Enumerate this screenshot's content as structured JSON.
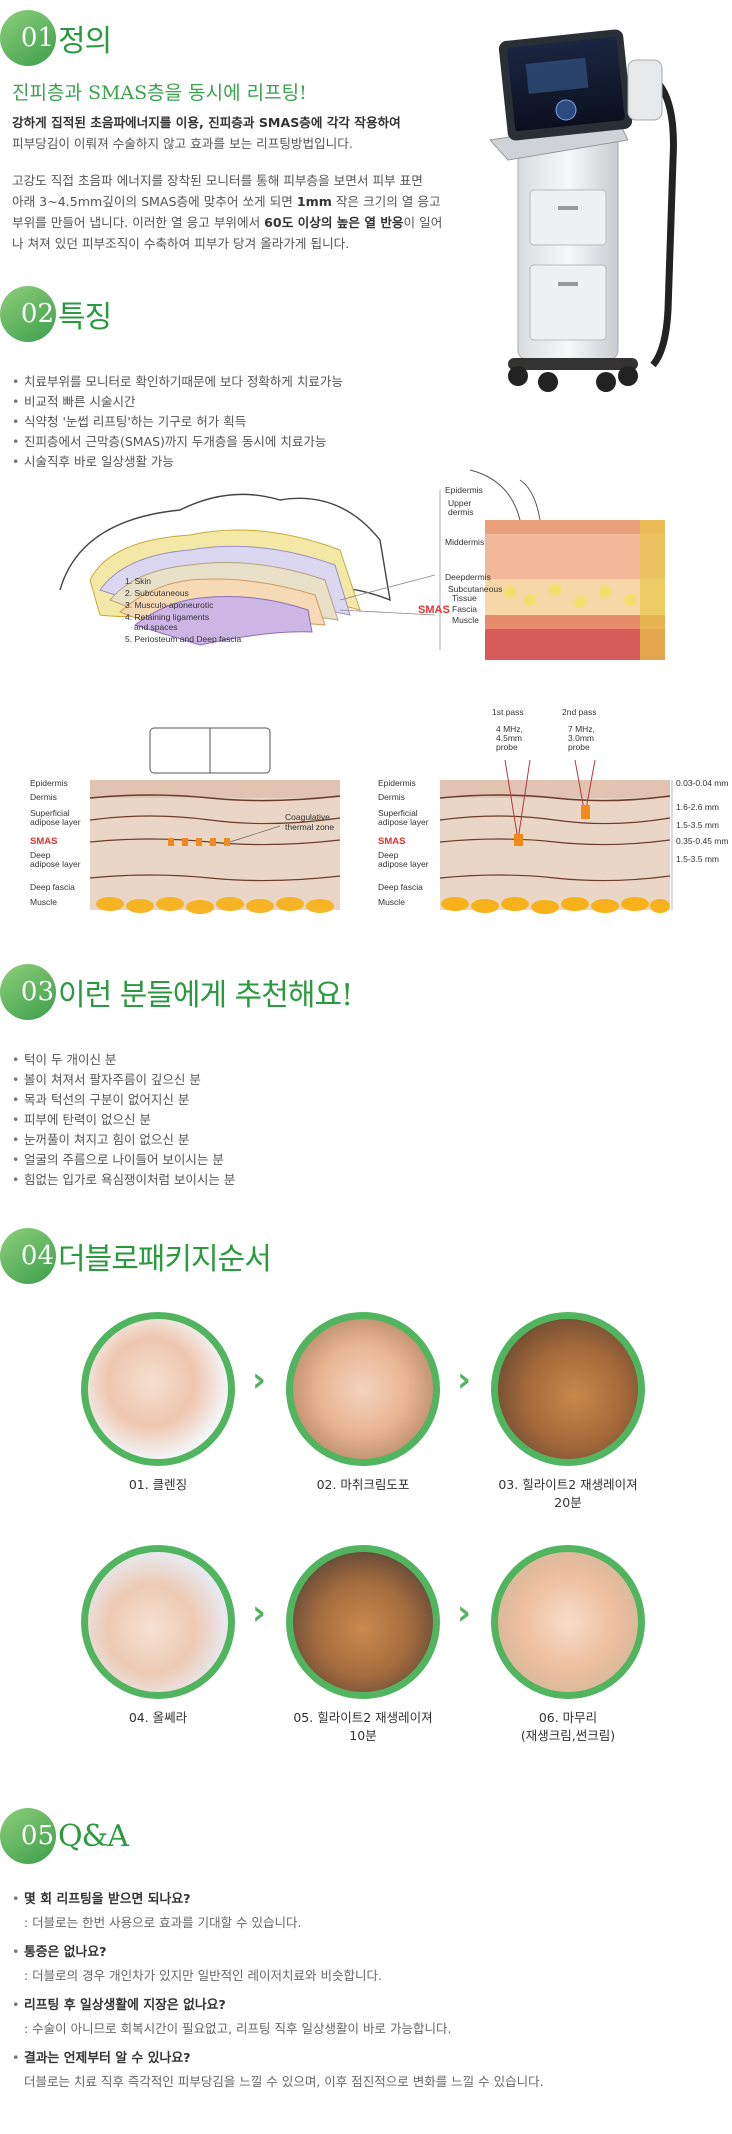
{
  "s1": {
    "num": "01",
    "title": "정의",
    "subtitle": "진피층과 SMAS층을 동시에 리프팅!",
    "p1_b": "강하게 집적된 초음파에너지를 이용, 진피층과 SMAS층에 각각 작용하여",
    "p1_l2": "피부당김이 이뤄져 수술하지 않고 효과를 보는 리프팅방법입니다.",
    "p2_l1": "고강도 직접 초음파 에너지를 장착된 모니터를 통해 피부층을 보면서 피부 표면",
    "p2_l2a": "아래 3~4.5mm깊이의 SMAS층에 맞추어 쏘게 되면 ",
    "p2_l2b": "1mm",
    "p2_l2c": " 작은 크기의 열 응고",
    "p2_l3a": "부위를 만들어 냅니다. 이러한 열 응고 부위에서 ",
    "p2_l3b": "60도 이상의 높은 열 반응",
    "p2_l3c": "이 일어",
    "p2_l4": "나 쳐져 있던 피부조직이 수축하여 피부가 당겨 올라가게 됩니다."
  },
  "s2": {
    "num": "02",
    "title": "특징",
    "items": [
      "치료부위를 모니터로 확인하기때문에 보다 정확하게 치료가능",
      "비교적 빠른 시술시간",
      "식약청 '눈썹 리프팅'하는 기구로 허가 획득",
      "진피층에서 근막층(SMAS)까지 두개층을  동시에 치료가능",
      "시술직후 바로 일상생활 가능"
    ]
  },
  "diagram1": {
    "layers": [
      "1. Skin",
      "2. Subcutaneous",
      "3. Musculo-aponeurotic",
      "4. Retaining ligaments",
      "and spaces",
      "5. Periosteum and Deep fascia"
    ],
    "right_labels": [
      "Epidermis",
      "Upper",
      "dermis",
      "Middermis",
      "Deepdermis",
      "Subcutaneous",
      "Tissue",
      "Fascia",
      "Muscle"
    ],
    "smas": "SMAS"
  },
  "diagram2": {
    "left_labels": [
      "Epidermis",
      "Dermis",
      "Superficial",
      "adipose layer",
      "SMAS",
      "Deep",
      "adipose layer",
      "Deep fascia",
      "Muscle"
    ],
    "zone": [
      "Coagulative",
      "thermal zone"
    ],
    "pass1": "1st pass",
    "pass2": "2nd pass",
    "probe1": [
      "4 MHz,",
      "4.5mm",
      "probe"
    ],
    "probe2": [
      "7 MHz,",
      "3.0mm",
      "probe"
    ],
    "right_labels": [
      "Epidermis",
      "Dermis",
      "Superficial",
      "adipose layer",
      "SMAS",
      "Deep",
      "adipose layer",
      "Deep fascia",
      "Muscle"
    ],
    "measures": [
      "0.03-0.04 mm",
      "1.6-2.6 mm",
      "1.5-3.5 mm",
      "0.35-0.45 mm",
      "1.5-3.5 mm"
    ]
  },
  "s3": {
    "num": "03",
    "title": "이런 분들에게 추천해요!",
    "items": [
      "턱이 두 개이신 분",
      "볼이 쳐져서 팔자주름이 깊으신 분",
      "목과 턱선의 구분이 없어지신 분",
      "피부에 탄력이 없으신 분",
      "눈꺼풀이 쳐지고 힘이 없으신 분",
      "얼굴의 주름으로 나이들어 보이시는 분",
      "힘없는 입가로 욕심쟁이처럼 보이시는 분"
    ]
  },
  "s4": {
    "num": "04",
    "title": "더블로패키지순서",
    "steps": [
      "01. 클렌징",
      "02. 마취크림도포",
      "03. 힐라이트2 재생레이져\n20분",
      "04. 올쎄라",
      "05. 힐라이트2 재생레이져\n10분",
      "06. 마무리\n(재생크림,썬크림)"
    ],
    "arrow": "›"
  },
  "s5": {
    "num": "05",
    "title": "Q&A",
    "qa": [
      {
        "q": "몇 회 리프팅을 받으면 되나요?",
        "a": ": 더블로는 한번 사용으로 효과를 기대할 수 있습니다."
      },
      {
        "q": "통증은 없나요?",
        "a": ": 더블로의 경우 개인차가 있지만 일반적인 레이저치료와 비슷합니다."
      },
      {
        "q": "리프팅 후 일상생활에 지장은 없나요?",
        "a": ": 수술이 아니므로 회복시간이 필요없고, 리프팅 직후 일상생활이 바로 가능합니다."
      },
      {
        "q": "결과는 언제부터 알 수 있나요?",
        "a": "더블로는 치료 직후 즉각적인 피부당김을 느낄 수 있으며, 이후 점진적으로 변화를 느낄 수 있습니다."
      }
    ]
  },
  "colors": {
    "accent": "#2a9a3f",
    "circle": "#51b560",
    "smas": "#e3342f"
  }
}
